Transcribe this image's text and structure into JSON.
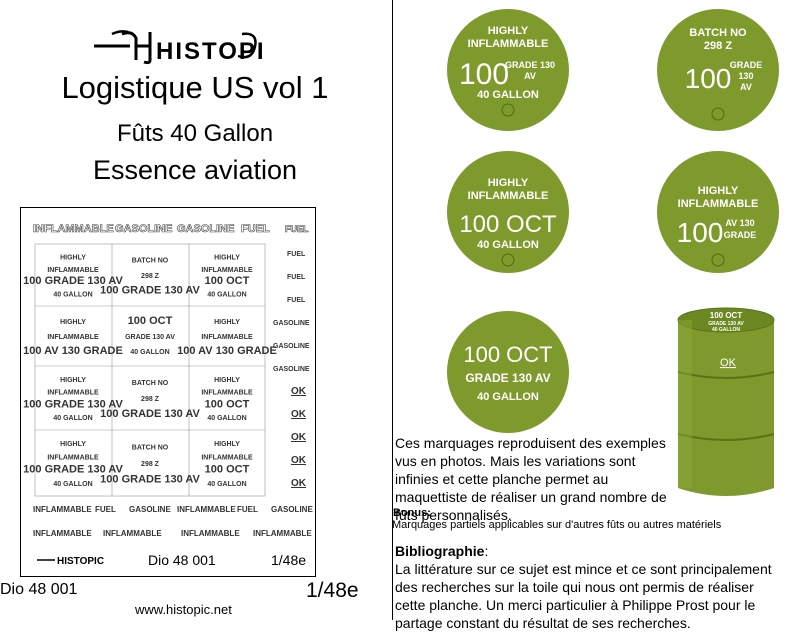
{
  "brand": {
    "name": "HISTOPIC",
    "url": "www.histopic.net"
  },
  "header": {
    "title": "Logistique US vol 1",
    "subtitle1": "Fûts 40 Gallon",
    "subtitle2": "Essence aviation"
  },
  "sheet": {
    "top_row": [
      "INFLAMMABLE",
      "GASOLINE",
      "GASOLINE",
      "FUEL",
      "FUEL"
    ],
    "right_column": [
      "FUEL",
      "FUEL",
      "FUEL",
      "GASOLINE",
      "GASOLINE",
      "GASOLINE",
      "OK",
      "OK",
      "OK",
      "OK",
      "OK"
    ],
    "bottom_row1": [
      "INFLAMMABLE",
      "FUEL",
      "GASOLINE",
      "INFLAMMABLE",
      "FUEL",
      "GASOLINE"
    ],
    "bottom_row2": [
      "INFLAMMABLE",
      "INFLAMMABLE",
      "INFLAMMABLE",
      "INFLAMMABLE"
    ],
    "cells": [
      [
        "HIGHLY|INFLAMMABLE|100 GRADE 130 AV|40 GALLON",
        "BATCH NO|298 Z|100 GRADE 130 AV",
        "HIGHLY|INFLAMMABLE|100 OCT|40 GALLON"
      ],
      [
        "HIGHLY|INFLAMMABLE|100 AV 130 GRADE",
        "100 OCT|GRADE 130 AV|40 GALLON",
        "HIGHLY|INFLAMMABLE|100 AV 130 GRADE"
      ],
      [
        "HIGHLY|INFLAMMABLE|100 GRADE 130 AV|40 GALLON",
        "BATCH NO|298 Z|100 GRADE 130 AV",
        "HIGHLY|INFLAMMABLE|100 OCT|40 GALLON"
      ],
      [
        "HIGHLY|INFLAMMABLE|100 GRADE 130 AV|40 GALLON",
        "BATCH NO|298 Z|100 GRADE 130 AV",
        "HIGHLY|INFLAMMABLE|100 OCT|40 GALLON"
      ]
    ],
    "footer_ref": "Dio 48 001",
    "footer_scale": "1/48e"
  },
  "bottom": {
    "ref": "Dio 48 001",
    "scale": "1/48e"
  },
  "drums": {
    "color": "#7e9a2c",
    "d1": {
      "l1": "HIGHLY",
      "l2": "INFLAMMABLE",
      "big": "100",
      "side1": "GRADE 130",
      "side2": "AV",
      "l4": "40 GALLON"
    },
    "d2": {
      "l1": "BATCH  NO",
      "l2": "298  Z",
      "big": "100",
      "side1": "GRADE",
      "side2": "130",
      "side3": "AV"
    },
    "d3": {
      "l1": "HIGHLY",
      "l2": "INFLAMMABLE",
      "big": "100  OCT",
      "l4": "40 GALLON"
    },
    "d4": {
      "l1": "HIGHLY",
      "l2": "INFLAMMABLE",
      "big": "100",
      "side1": "AV  130",
      "side2": "GRADE"
    },
    "d5": {
      "big": "100 OCT",
      "l2": "GRADE 130 AV",
      "l3": "40 GALLON"
    },
    "barrel": {
      "top1": "100 OCT",
      "top2": "GRADE 130 AV",
      "top3": "40 GALLON",
      "mark": "OK"
    }
  },
  "text": {
    "description": "Ces marquages reproduisent des exemples vus en photos. Mais les variations sont infinies et cette planche permet au maquettiste de réaliser un grand nombre de fûts personnalisés.",
    "bonus_title": "Bonus:",
    "bonus_text": "Marquages partiels applicables sur d'autres fûts ou autres matériels",
    "biblio_title": "Bibliographie",
    "biblio_colon": ":",
    "biblio_text": "La littérature sur ce sujet est mince et ce sont principalement des recherches sur la toile qui nous ont permis de réaliser cette planche. Un merci particulier à Philippe Prost pour le partage constant du résultat de ses recherches."
  }
}
